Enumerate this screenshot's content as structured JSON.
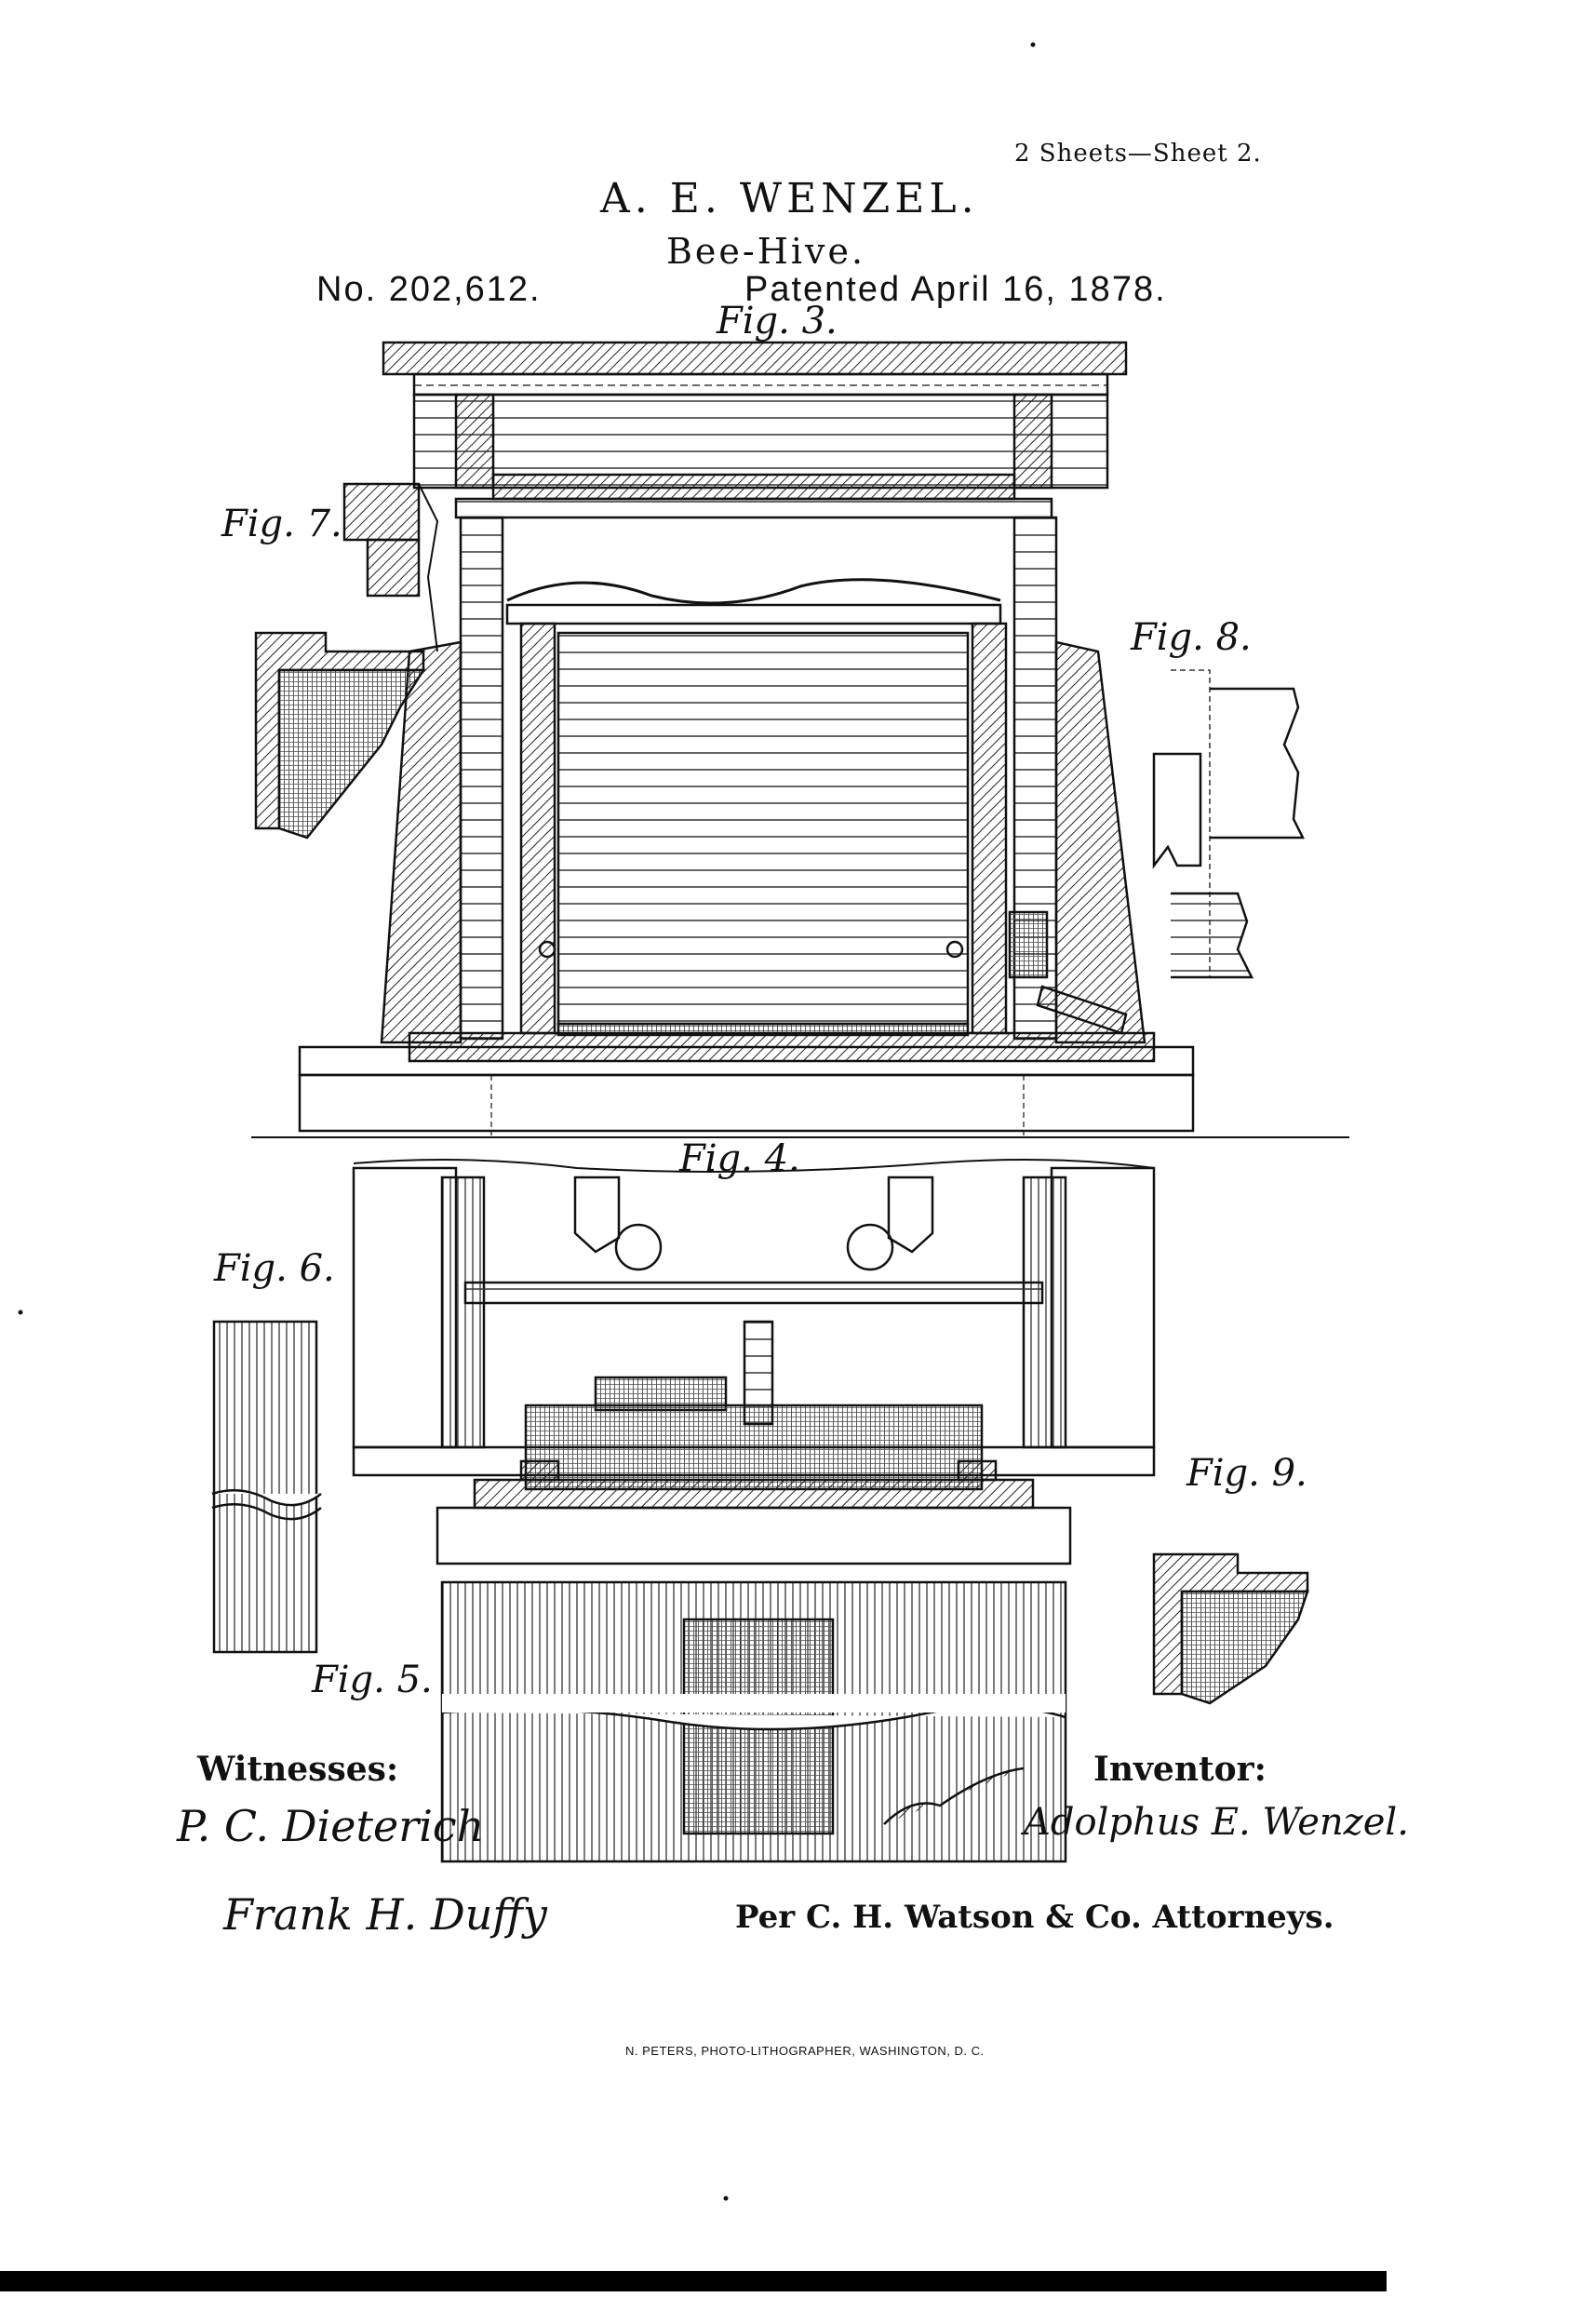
{
  "header": {
    "sheets": "2 Sheets—Sheet 2.",
    "inventor_name": "A. E. WENZEL.",
    "title": "Bee-Hive.",
    "number": "No. 202,612.",
    "patented": "Patented April 16, 1878."
  },
  "figures": {
    "fig3": "Fig. 3.",
    "fig4": "Fig. 4.",
    "fig5": "Fig. 5.",
    "fig6": "Fig. 6.",
    "fig7": "Fig. 7.",
    "fig8": "Fig. 8.",
    "fig9": "Fig. 9."
  },
  "signatures": {
    "witnesses_heading": "Witnesses:",
    "witness_1": "P. C. Dieterich",
    "witness_2": "Frank H. Duffy",
    "inventor_heading": "Inventor:",
    "inventor_signature": "Adolphus E. Wenzel.",
    "attorneys": "Per C. H. Watson & Co. Attorneys."
  },
  "footer": {
    "lithographer": "N. PETERS, PHOTO-LITHOGRAPHER, WASHINGTON, D. C."
  }
}
